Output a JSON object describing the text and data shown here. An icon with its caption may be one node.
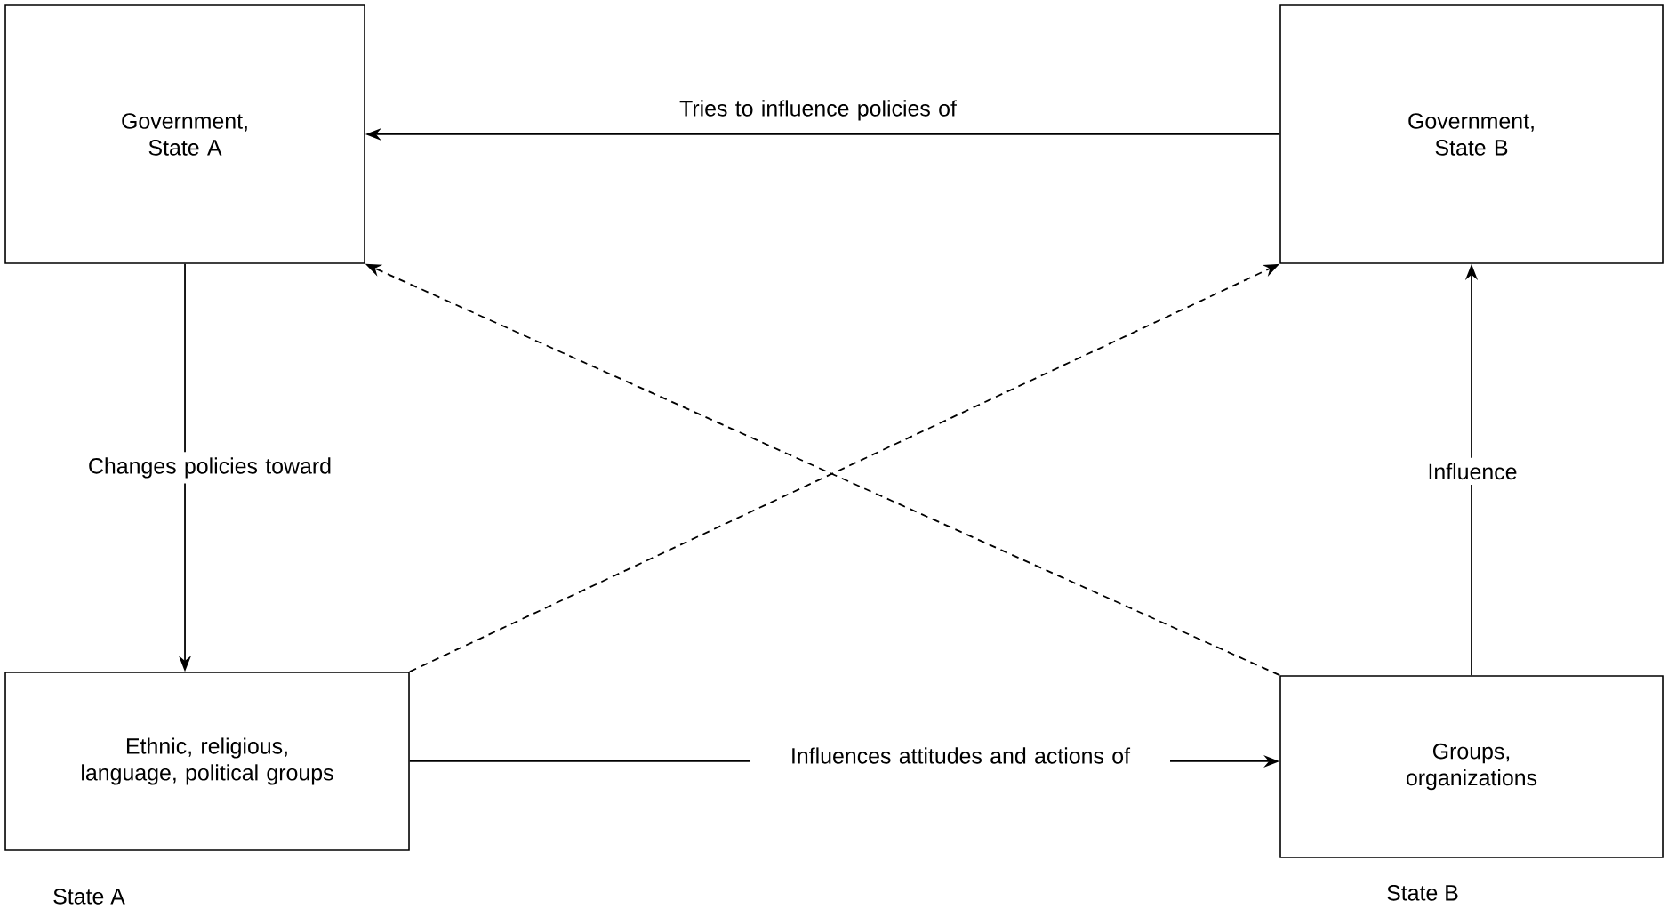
{
  "diagram": {
    "nodes": [
      {
        "text": [
          "Government, State A"
        ]
      },
      {
        "text": [
          "Government, State B"
        ]
      },
      {
        "text": [
          "Ethnic, religious, language, political groups"
        ],
        "beside": [
          "State A"
        ]
      },
      {
        "text": [
          "Groups, organizations"
        ],
        "beside": [
          "State B"
        ]
      }
    ],
    "edges": [
      {
        "from": 1,
        "to": 0,
        "arrow": "to",
        "label": "Tries to influence policies of"
      },
      {
        "from": 0,
        "to": 2,
        "arrow": "to",
        "label": "Changes policies toward"
      },
      {
        "from": 2,
        "to": 3,
        "arrow": "to",
        "label": "Influences attitudes and actions of"
      },
      {
        "from": 3,
        "to": 1,
        "arrow": "to",
        "label": "Influence"
      },
      {
        "from": 2,
        "to": 1,
        "arrow": "to",
        "style": "dashed"
      },
      {
        "from": 3,
        "to": 0,
        "arrow": "to",
        "style": "dashed"
      }
    ]
  }
}
